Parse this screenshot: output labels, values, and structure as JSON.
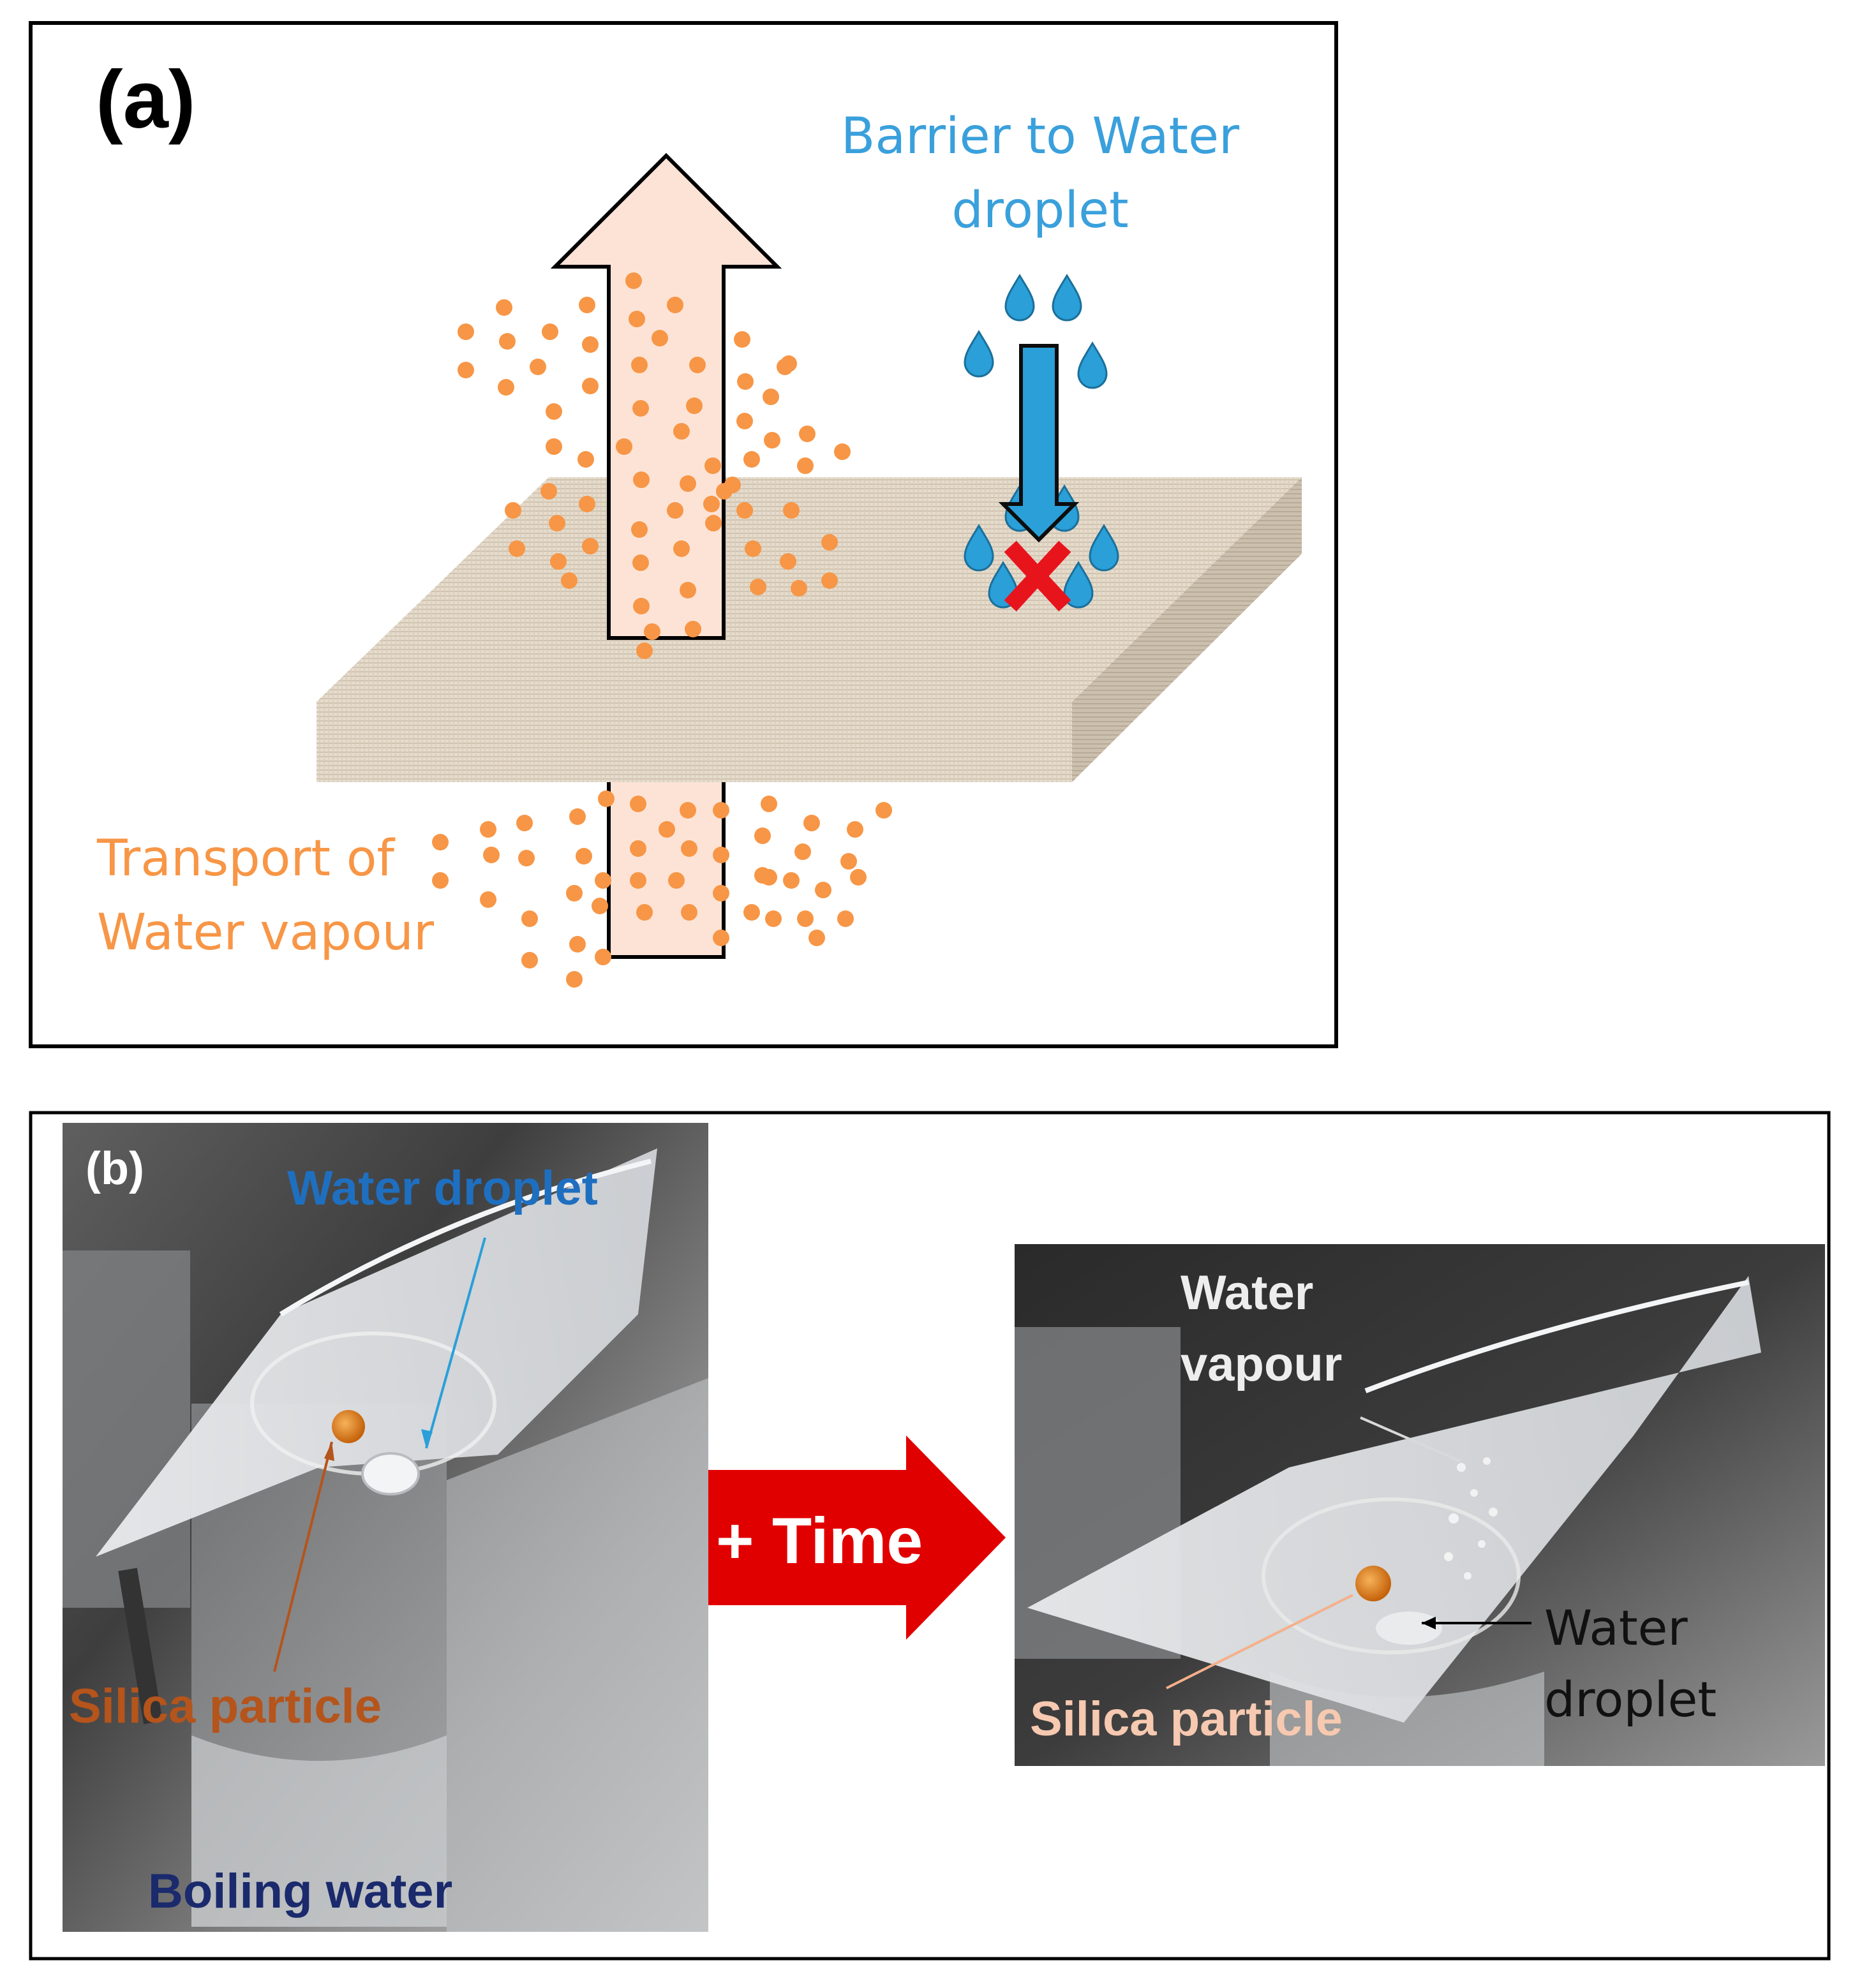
{
  "panel_a": {
    "label": "(a)",
    "barrier_label_line1": "Barrier to Water",
    "barrier_label_line2": "droplet",
    "transport_label_line1": "Transport of",
    "transport_label_line2": "Water vapour",
    "colors": {
      "vapour": "#f79646",
      "arrow_fill": "#fde3d6",
      "droplet": "#2a9fd8",
      "barrier_text": "#3aa0dc",
      "cross": "#e8141c",
      "membrane_top": "#e8ddd0",
      "membrane_side": "#cbbfae"
    }
  },
  "panel_b": {
    "label": "(b)",
    "left_photo": {
      "water_droplet": "Water droplet",
      "silica_particle": "Silica particle",
      "boiling_water": "Boiling water"
    },
    "time_arrow": "+ Time",
    "right_photo": {
      "water_vapour_line1": "Water",
      "water_vapour_line2": "vapour",
      "water_droplet_line1": "Water",
      "water_droplet_line2": "droplet",
      "silica_particle": "Silica particle"
    },
    "colors": {
      "water_droplet_text": "#1f6fc0",
      "silica_text_left": "#b5541b",
      "boiling_text": "#1a2a6c",
      "silica_text_right": "#f6c9b0",
      "time_arrow": "#e10000"
    }
  }
}
